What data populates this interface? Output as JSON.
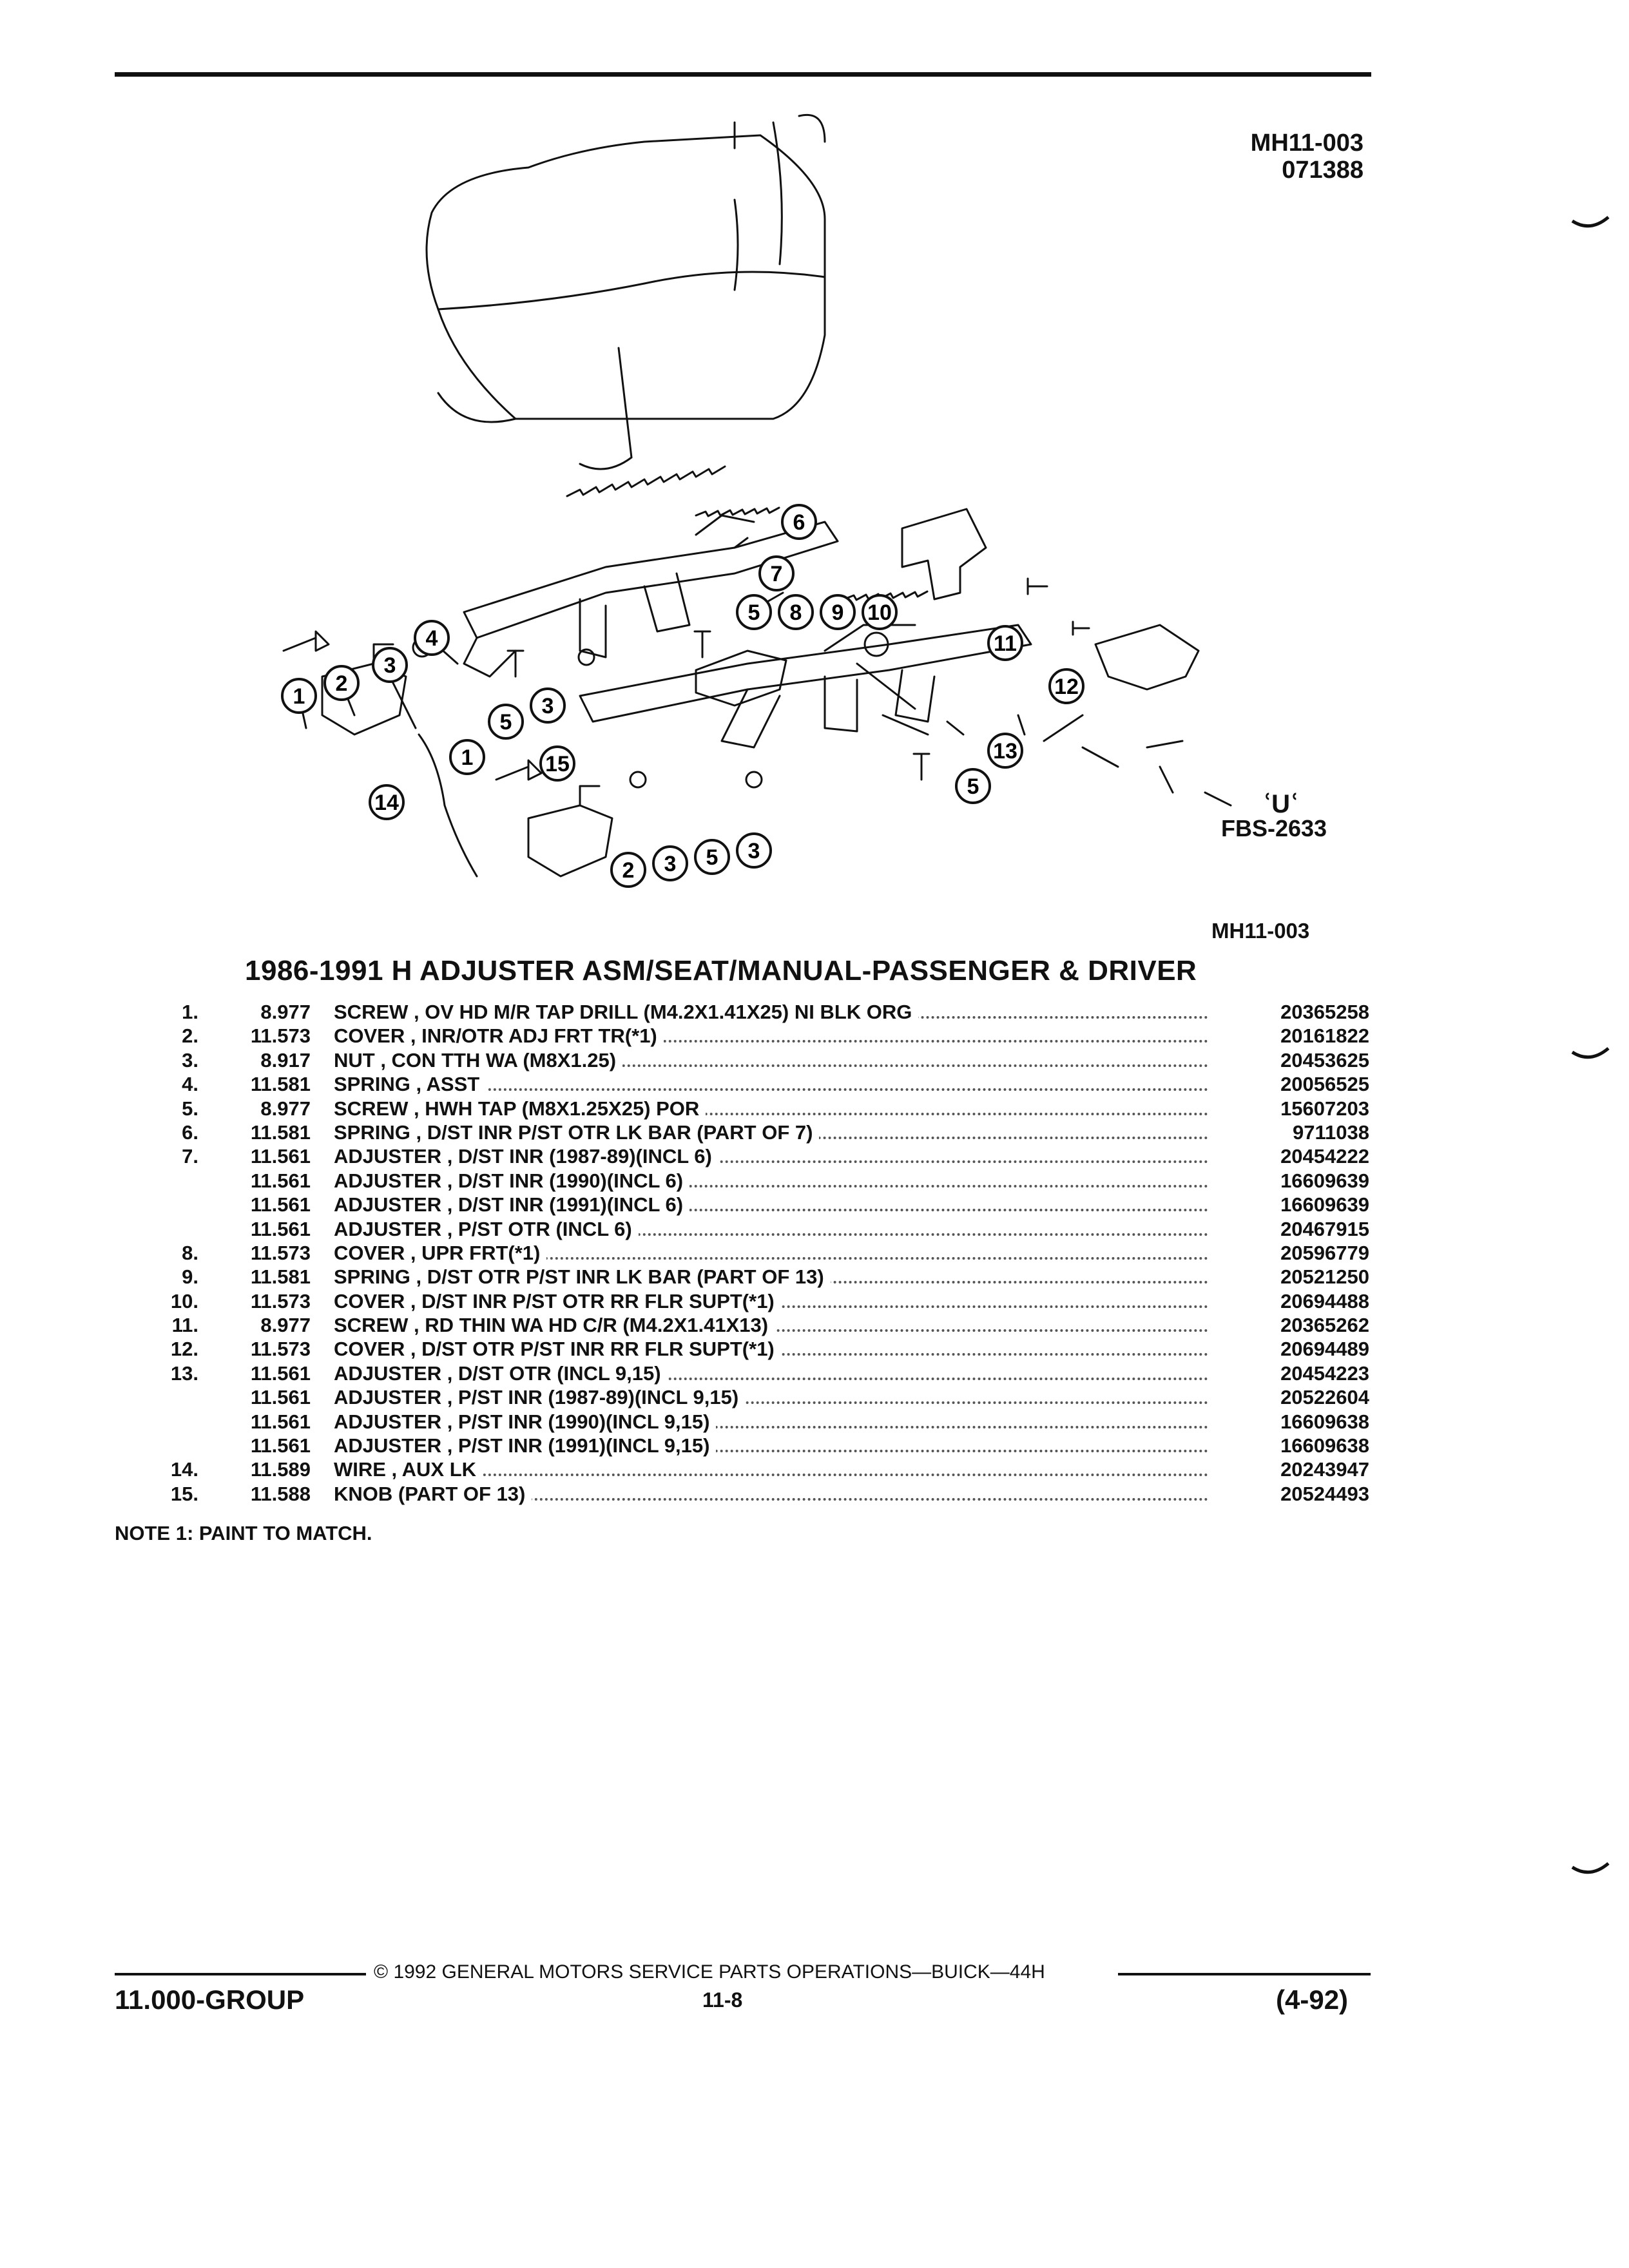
{
  "header": {
    "code_line1": "MH11-003",
    "code_line2": "071388"
  },
  "diagram": {
    "callouts": [
      "1",
      "2",
      "3",
      "4",
      "5",
      "6",
      "7",
      "8",
      "9",
      "10",
      "11",
      "12",
      "13",
      "14",
      "15"
    ],
    "fbs_code": "FBS-2633",
    "logo_glyph": "ՙUՙ",
    "ref_code": "MH11-003"
  },
  "title": "1986-1991 H ADJUSTER ASM/SEAT/MANUAL-PASSENGER & DRIVER",
  "parts": [
    {
      "num": "1.",
      "group": "8.977",
      "desc": "SCREW , OV HD M/R TAP DRILL (M4.2X1.41X25) NI BLK ORG",
      "pn": "20365258"
    },
    {
      "num": "2.",
      "group": "11.573",
      "desc": "COVER , INR/OTR ADJ FRT TR(*1)",
      "pn": "20161822"
    },
    {
      "num": "3.",
      "group": "8.917",
      "desc": "NUT , CON TTH WA (M8X1.25)",
      "pn": "20453625"
    },
    {
      "num": "4.",
      "group": "11.581",
      "desc": "SPRING , ASST",
      "pn": "20056525"
    },
    {
      "num": "5.",
      "group": "8.977",
      "desc": "SCREW , HWH TAP (M8X1.25X25) POR",
      "pn": "15607203"
    },
    {
      "num": "6.",
      "group": "11.581",
      "desc": "SPRING , D/ST INR P/ST OTR LK BAR (PART OF 7)",
      "pn": "9711038"
    },
    {
      "num": "7.",
      "group": "11.561",
      "desc": "ADJUSTER , D/ST INR (1987-89)(INCL 6)",
      "pn": "20454222"
    },
    {
      "num": "",
      "group": "11.561",
      "desc": "ADJUSTER , D/ST INR (1990)(INCL 6)",
      "pn": "16609639"
    },
    {
      "num": "",
      "group": "11.561",
      "desc": "ADJUSTER , D/ST INR (1991)(INCL 6)",
      "pn": "16609639"
    },
    {
      "num": "",
      "group": "11.561",
      "desc": "ADJUSTER , P/ST OTR (INCL 6)",
      "pn": "20467915"
    },
    {
      "num": "8.",
      "group": "11.573",
      "desc": "COVER , UPR FRT(*1)",
      "pn": "20596779"
    },
    {
      "num": "9.",
      "group": "11.581",
      "desc": "SPRING , D/ST OTR P/ST INR LK BAR (PART OF 13)",
      "pn": "20521250"
    },
    {
      "num": "10.",
      "group": "11.573",
      "desc": "COVER , D/ST INR P/ST OTR RR FLR SUPT(*1)",
      "pn": "20694488"
    },
    {
      "num": "11.",
      "group": "8.977",
      "desc": "SCREW , RD THIN WA HD C/R (M4.2X1.41X13)",
      "pn": "20365262"
    },
    {
      "num": "12.",
      "group": "11.573",
      "desc": "COVER , D/ST OTR P/ST INR RR FLR SUPT(*1)",
      "pn": "20694489"
    },
    {
      "num": "13.",
      "group": "11.561",
      "desc": "ADJUSTER , D/ST OTR (INCL 9,15)",
      "pn": "20454223"
    },
    {
      "num": "",
      "group": "11.561",
      "desc": "ADJUSTER , P/ST INR (1987-89)(INCL 9,15)",
      "pn": "20522604"
    },
    {
      "num": "",
      "group": "11.561",
      "desc": "ADJUSTER , P/ST INR (1990)(INCL 9,15)",
      "pn": "16609638"
    },
    {
      "num": "",
      "group": "11.561",
      "desc": "ADJUSTER , P/ST INR (1991)(INCL 9,15)",
      "pn": "16609638"
    },
    {
      "num": "14.",
      "group": "11.589",
      "desc": "WIRE , AUX LK",
      "pn": "20243947"
    },
    {
      "num": "15.",
      "group": "11.588",
      "desc": "KNOB (PART OF 13)",
      "pn": "20524493"
    }
  ],
  "note": "NOTE  1:  PAINT TO MATCH.",
  "footer": {
    "copyright": "©  1992  GENERAL MOTORS SERVICE PARTS OPERATIONS—BUICK—44H",
    "group": "11.000-GROUP",
    "page": "11-8",
    "date": "(4-92)"
  }
}
